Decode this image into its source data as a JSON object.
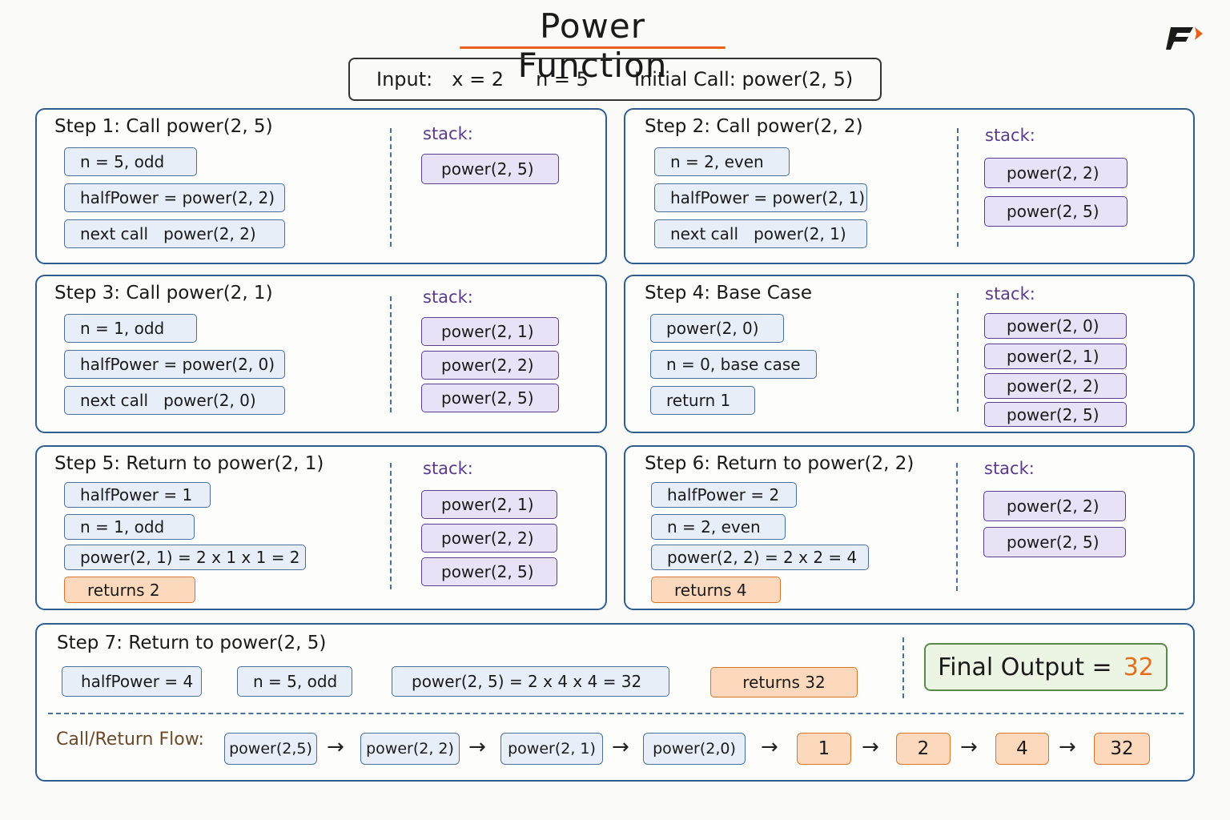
{
  "title": "Power Function",
  "input": {
    "label": "Input:",
    "x": "x = 2",
    "n": "n = 5",
    "initial": "Initial Call: power(2, 5)"
  },
  "stack_label": "stack:",
  "steps": [
    {
      "title": "Step 1: Call power(2, 5)",
      "rows": [
        "n = 5, odd",
        "halfPower = power(2, 2)",
        "next call   power(2, 2)"
      ],
      "stack": [
        "power(2, 5)"
      ]
    },
    {
      "title": "Step 2: Call power(2, 2)",
      "rows": [
        "n = 2, even",
        "halfPower = power(2, 1)",
        "next call   power(2, 1)"
      ],
      "stack": [
        "power(2, 2)",
        "power(2, 5)"
      ]
    },
    {
      "title": "Step 3: Call power(2, 1)",
      "rows": [
        "n = 1, odd",
        "halfPower = power(2, 0)",
        "next call   power(2, 0)"
      ],
      "stack": [
        "power(2, 1)",
        "power(2, 2)",
        "power(2, 5)"
      ]
    },
    {
      "title": "Step 4: Base Case",
      "rows": [
        "power(2, 0)",
        "n = 0, base case",
        "return 1"
      ],
      "stack": [
        "power(2, 0)",
        "power(2, 1)",
        "power(2, 2)",
        "power(2, 5)"
      ]
    },
    {
      "title": "Step 5: Return to power(2, 1)",
      "rows": [
        "halfPower = 1",
        "n = 1, odd",
        "power(2, 1) = 2 x 1 x 1 = 2",
        "returns 2"
      ],
      "stack": [
        "power(2, 1)",
        "power(2, 2)",
        "power(2, 5)"
      ]
    },
    {
      "title": "Step 6: Return to power(2, 2)",
      "rows": [
        "halfPower = 2",
        "n = 2, even",
        "power(2, 2) = 2 x 2 = 4",
        "returns 4"
      ],
      "stack": [
        "power(2, 2)",
        "power(2, 5)"
      ]
    },
    {
      "title": "Step 7: Return to power(2, 5)",
      "rows": [
        "halfPower = 4",
        "n = 5, odd",
        "power(2, 5) = 2 x 4 x 4 = 32",
        "returns 32"
      ]
    }
  ],
  "final": {
    "label": "Final Output =",
    "value": "32"
  },
  "flow": {
    "label": "Call/Return Flow:",
    "calls": [
      "power(2,5)",
      "power(2, 2)",
      "power(2, 1)",
      "power(2,0)"
    ],
    "returns": [
      "1",
      "2",
      "4",
      "32"
    ],
    "arrow": "→"
  },
  "colors": {
    "accent": "#e8611a",
    "panel_border": "#2f5d91",
    "stack": "#5a3f8d",
    "return": "#d8762f",
    "final": "#5a8a4a"
  }
}
